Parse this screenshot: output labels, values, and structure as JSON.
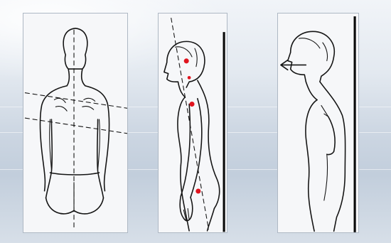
{
  "slide": {
    "panels": [
      {
        "id": "back-view",
        "icon": "posture-back-view"
      },
      {
        "id": "side-view",
        "icon": "posture-side-view",
        "markers": 4,
        "marker_color": "#e0141e"
      },
      {
        "id": "forward-head-view",
        "icon": "posture-forward-head"
      }
    ],
    "colors": {
      "ink": "#141414",
      "marker": "#e0141e",
      "panel": "#f6f7f9",
      "background": "#ccd6e2"
    }
  }
}
